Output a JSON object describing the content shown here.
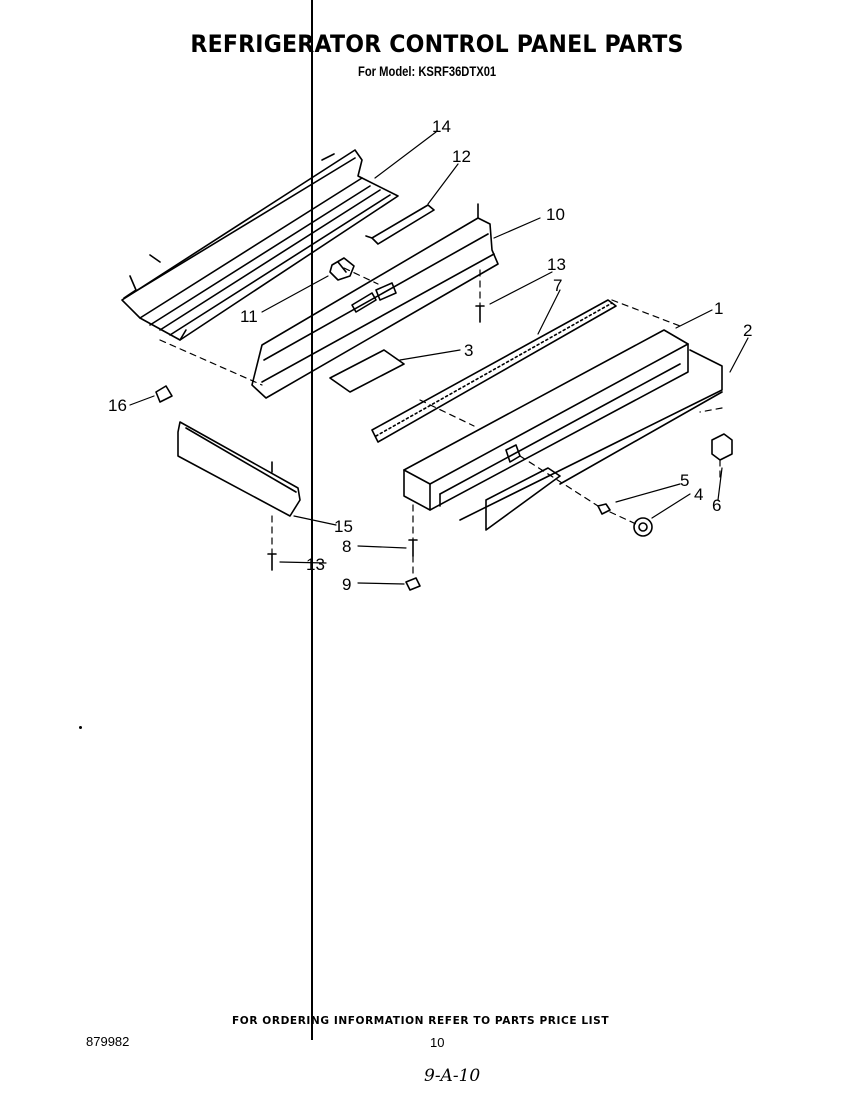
{
  "title": "REFRIGERATOR CONTROL PANEL PARTS",
  "subtitle": "For Model: KSRF36DTX01",
  "footer_note": "FOR ORDERING INFORMATION REFER TO PARTS PRICE LIST",
  "doc_number": "879982",
  "page_number": "10",
  "handwritten_note": "9-A-10",
  "callouts": {
    "c1": "1",
    "c2": "2",
    "c3": "3",
    "c4": "4",
    "c5": "5",
    "c6": "6",
    "c7": "7",
    "c8": "8",
    "c9": "9",
    "c10": "10",
    "c11": "11",
    "c12": "12",
    "c13a": "13",
    "c13b": "13",
    "c14": "14",
    "c15": "15",
    "c16": "16"
  }
}
